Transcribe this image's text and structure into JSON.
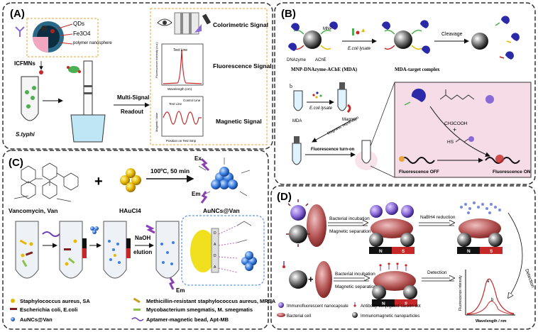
{
  "panelA": {
    "label": "(A)",
    "qds": "QDs",
    "fe3o4": "Fe3O4",
    "polymer": "polymer nanosphere",
    "icfmns": "ICFMNs",
    "styphi": "S.typhi",
    "readout1": "Multi-Signal",
    "readout2": "Readout",
    "colorimetric": "Colorimetric Signal",
    "fluorescence": "Fluorescence Signal",
    "magnetic": "Magnetic Signal",
    "testline": "Test Line",
    "testline2": "Test Line",
    "controlline": "Control Line",
    "wavelength": "Wavelength (nm)",
    "position": "Position on Test Strip",
    "fluor_y": "Fluorescence Intensity (a.u.)",
    "mag_y": "Magnetic Value"
  },
  "panelB": {
    "label": "(B)",
    "mnp": "MNP",
    "dnazyme": "DNAzyme",
    "ache": "AChE",
    "lysate": "E.coli lysate",
    "cleavage": "Cleavage",
    "mda_full": "MNP-DNAzyme-AChE (MDA)",
    "complex": "MDA-target complex",
    "b_letter": "b",
    "mda": "MDA",
    "lysate2": "E.coli lysate",
    "magnet": "Magnet",
    "magsep": "Magnetic separation",
    "turnon": "Fluorescence turn-on",
    "acid": "CH3COOH",
    "hs": "HS",
    "off": "Fluorescence OFF",
    "on": "Fluorescence ON"
  },
  "panelC": {
    "label": "(C)",
    "condition": "100ºC, 50 min",
    "van": "Vancomycin, Van",
    "haucl": "HAuCl4",
    "aunc": "AuNCs@Van",
    "ex": "Ex",
    "em": "Em",
    "em2": "Em",
    "naoh": "NaOH",
    "elution": "elution",
    "legend": [
      "Staphylococcus aureus, SA",
      "Escherichia coli, E.coli",
      "AuNCs@Van",
      "Methicillin-resistant staphylococcus aureus, MRSA",
      "Mycobacterium smegmatis, M. smegmatis",
      "Aptamer-magnetic bead, Apt-MB"
    ]
  },
  "panelD": {
    "label": "(D)",
    "incubation": "Bacterial incubation",
    "magsep": "Magnetic separation",
    "nabh4": "NaBH4 reduction",
    "incubation2": "Bacterial incubation",
    "magsep2": "Magnetic separation",
    "detection_h": "Detection",
    "detection_v": "Detection",
    "n1": "N",
    "s1": "S",
    "n2": "N",
    "s2": "S",
    "n3": "N",
    "s3": "S",
    "leg_nano": "Immunofluorescent nanocapsule",
    "leg_cell": "Bacterial cell",
    "leg_dot": "Antibody-conjugated carbon dot",
    "leg_imn": "Immunomagnetic nanoparticles",
    "fl_y": "Fluorescence intensity",
    "fl_x": "Wavelength / nm",
    "curve_a": "a",
    "curve_b": "b"
  },
  "colors": {
    "red": "#c62828",
    "pink_bg": "#f6dce6",
    "gold": "#e8b800",
    "blue_cluster": "#3d7fe0",
    "purple": "#6a3fb5"
  }
}
